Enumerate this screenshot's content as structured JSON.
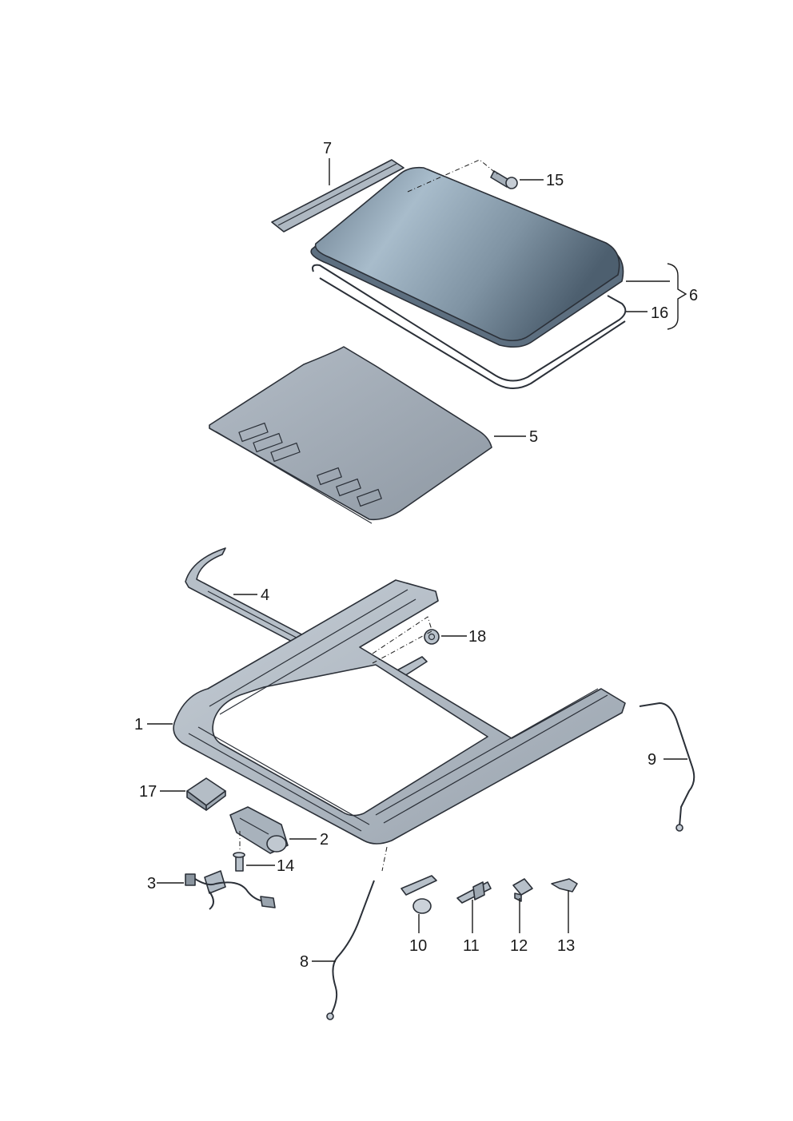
{
  "diagram": {
    "callouts": {
      "c1": "1",
      "c2": "2",
      "c3": "3",
      "c4": "4",
      "c5": "5",
      "c6": "6",
      "c7": "7",
      "c8": "8",
      "c9": "9",
      "c10": "10",
      "c11": "11",
      "c12": "12",
      "c13": "13",
      "c14": "14",
      "c15": "15",
      "c16": "16",
      "c17": "17",
      "c18": "18"
    },
    "colors": {
      "glass_light": "#a9bccb",
      "glass_dark": "#56697a",
      "panel": "#9aa4ae",
      "frame": "#b7bfc8",
      "frame_dark": "#7d8791",
      "outline": "#2b3038"
    }
  }
}
